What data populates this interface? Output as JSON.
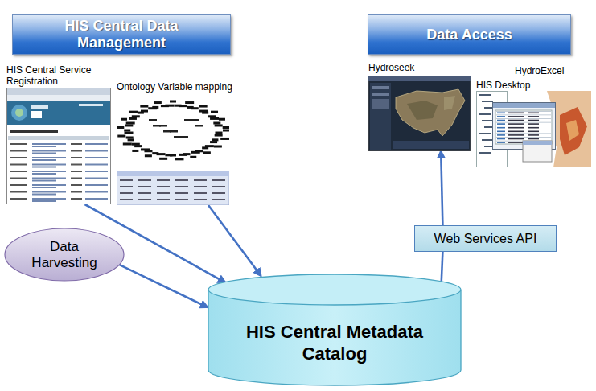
{
  "diagram": {
    "nodes": [
      {
        "text": [
          "HIS Central Data Management"
        ]
      },
      {
        "text": [
          "Data Access"
        ]
      },
      {
        "text": [
          "HIS Central Service Registration"
        ]
      },
      {
        "text": [
          "Ontology Variable mapping"
        ]
      },
      {
        "text": [
          "Hydroseek"
        ]
      },
      {
        "text": [
          "HIS Desktop"
        ]
      },
      {
        "text": [
          "Data Harvesting"
        ]
      },
      {
        "text": [
          "Web Services API"
        ]
      },
      {
        "text": [
          "HIS Central Metadata Catalog"
        ]
      }
    ],
    "edges": [
      {
        "from": 2,
        "to": 8,
        "arrow": "to"
      },
      {
        "from": 3,
        "to": 8,
        "arrow": "to"
      },
      {
        "from": 6,
        "to": 8,
        "arrow": "to"
      },
      {
        "from": 8,
        "to": 7,
        "arrow": "none"
      },
      {
        "from": 7,
        "to": 4,
        "arrow": "to"
      }
    ],
    "labels": [
      "HydroExcel"
    ]
  }
}
